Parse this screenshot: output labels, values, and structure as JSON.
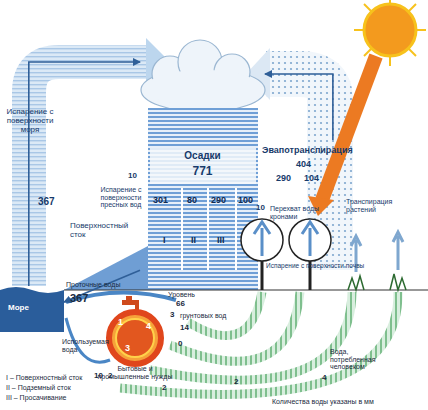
{
  "diagram": {
    "nodes": [
      {
        "text": [
          "Осадки",
          "771"
        ]
      },
      {
        "text": [
          "Эвапотранспирация"
        ]
      },
      {
        "text": [
          "Море"
        ]
      },
      {
        "text": [
          "Бытовые и промышленные нужды"
        ]
      }
    ],
    "edges": [
      {
        "from": 2,
        "to": 0,
        "arrow": "to",
        "label": "367"
      },
      {
        "from": 1,
        "to": 0,
        "arrow": "to"
      },
      {
        "from": 0,
        "to": 2,
        "arrow": "to",
        "label": "Поверхностный сток"
      }
    ],
    "labels": [
      "Испарение с поверхности моря",
      "301",
      "80",
      "290",
      "100",
      "I",
      "II",
      "III",
      "404",
      "290",
      "104",
      "10",
      "Испарение с поверхности пресных вод",
      "Перехват воды кронами",
      "10",
      "Транспирация растений",
      "Испарение с поверхности почвы",
      "Уровень",
      "66",
      "грунтовых вод",
      "3",
      "Проточные воды",
      "367",
      "Используемая вода",
      "1",
      "4",
      "3",
      "0",
      "14",
      "10",
      "2",
      "2",
      "2",
      "4",
      "Вода, потребленная человеком",
      "Количества воды указаны в мм"
    ],
    "legend": [
      {
        "text": "I – Поверхностный сток"
      },
      {
        "text": "II – Подземный сток"
      },
      {
        "text": "III – Просачивание"
      }
    ]
  }
}
